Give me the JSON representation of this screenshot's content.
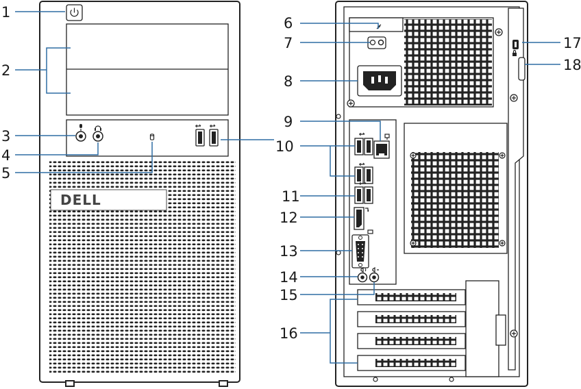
{
  "front_panel": {
    "brand_logo": "DELL"
  },
  "callouts": [
    {
      "number": "1",
      "target": "power-button"
    },
    {
      "number": "2",
      "target": "optical-drive-bays"
    },
    {
      "number": "3",
      "target": "microphone-connector"
    },
    {
      "number": "4",
      "target": "headphone-connector"
    },
    {
      "number": "5",
      "target": "hard-drive-activity-light"
    },
    {
      "number": "6",
      "target": "power-supply-diagnostic-light"
    },
    {
      "number": "7",
      "target": "power-supply-diagnostic-button"
    },
    {
      "number": "8",
      "target": "power-connector"
    },
    {
      "number": "9",
      "target": "network-connector"
    },
    {
      "number": "10",
      "target": "rear-usb-2-connectors"
    },
    {
      "number": "11",
      "target": "rear-usb-3-connectors"
    },
    {
      "number": "12",
      "target": "displayport-connector"
    },
    {
      "number": "13",
      "target": "vga-connector"
    },
    {
      "number": "14",
      "target": "line-out-connector"
    },
    {
      "number": "15",
      "target": "line-in-connector"
    },
    {
      "number": "16",
      "target": "expansion-card-slots"
    },
    {
      "number": "17",
      "target": "security-cable-slot"
    },
    {
      "number": "18",
      "target": "padlock-ring"
    }
  ],
  "icons": [
    "power-icon",
    "microphone-icon",
    "headphone-icon",
    "hard-drive-icon",
    "usb-icon",
    "network-icon",
    "displayport-icon",
    "vga-icon",
    "audio-out-icon",
    "audio-in-icon",
    "lock-icon",
    "screw-icon"
  ]
}
